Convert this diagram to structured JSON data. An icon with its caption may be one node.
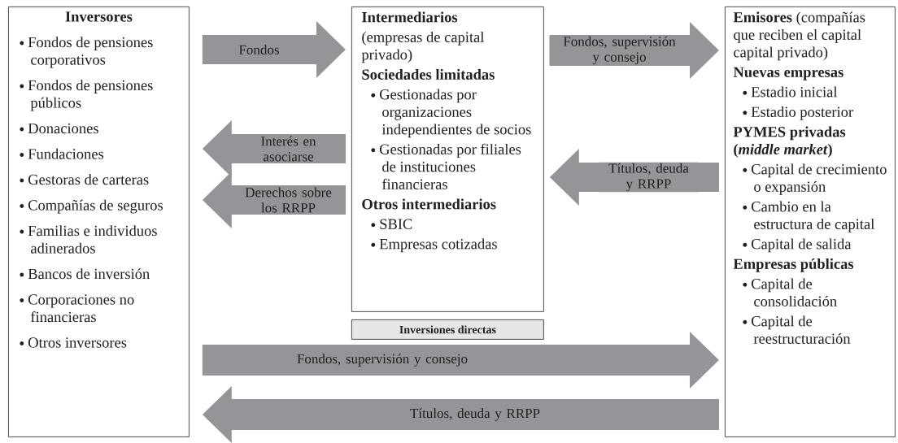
{
  "diagram": {
    "nodes": [
      {
        "text": [
          "Inversores",
          "Fondos de pensiones corporativos",
          "Fondos de pensiones públicos",
          "Donaciones",
          "Fundaciones",
          "Gestoras de carteras",
          "Compañías de seguros",
          "Familias e individuos adinerados",
          "Bancos de inversión",
          "Corporaciones no financieras",
          "Otros inversores"
        ]
      },
      {
        "text": [
          "Intermediarios",
          "(empresas de capital privado)",
          "Sociedades limitadas",
          "Gestionadas por organizaciones independientes de socios",
          "Gestionadas por filiales de instituciones financieras",
          "Otros intermediarios",
          "SBIC",
          "Empresas cotizadas"
        ]
      },
      {
        "text": [
          "**Emisores** (compañías que reciben el capital capital privado)",
          "Nuevas empresas",
          "Estadio inicial",
          "Estadio posterior",
          "PYMES privadas (*middle market*)",
          "Capital de crecimiento o expansión",
          "Cambio en la estructura de capital",
          "Capital de salida",
          "Empresas públicas",
          "Capital de consolidación",
          "Capital de reestructuración"
        ]
      },
      {
        "text": [
          "Inversiones directas"
        ]
      }
    ],
    "edges": [
      {
        "from": 0,
        "to": 1,
        "arrow": "to",
        "label": "Fondos"
      },
      {
        "from": 1,
        "to": 2,
        "arrow": "to",
        "label": "Fondos, supervisión y consejo"
      },
      {
        "from": 1,
        "to": 0,
        "arrow": "to",
        "label": "Interés en asociarse"
      },
      {
        "from": 1,
        "to": 0,
        "arrow": "to",
        "label": "Derechos sobre los RRPP"
      },
      {
        "from": 2,
        "to": 1,
        "arrow": "to",
        "label": "Títulos, deuda y RRPP"
      },
      {
        "from": 0,
        "to": 2,
        "arrow": "to",
        "label": "Fondos, supervisión y consejo"
      },
      {
        "from": 2,
        "to": 0,
        "arrow": "to",
        "label": "Títulos, deuda y RRPP"
      }
    ]
  }
}
